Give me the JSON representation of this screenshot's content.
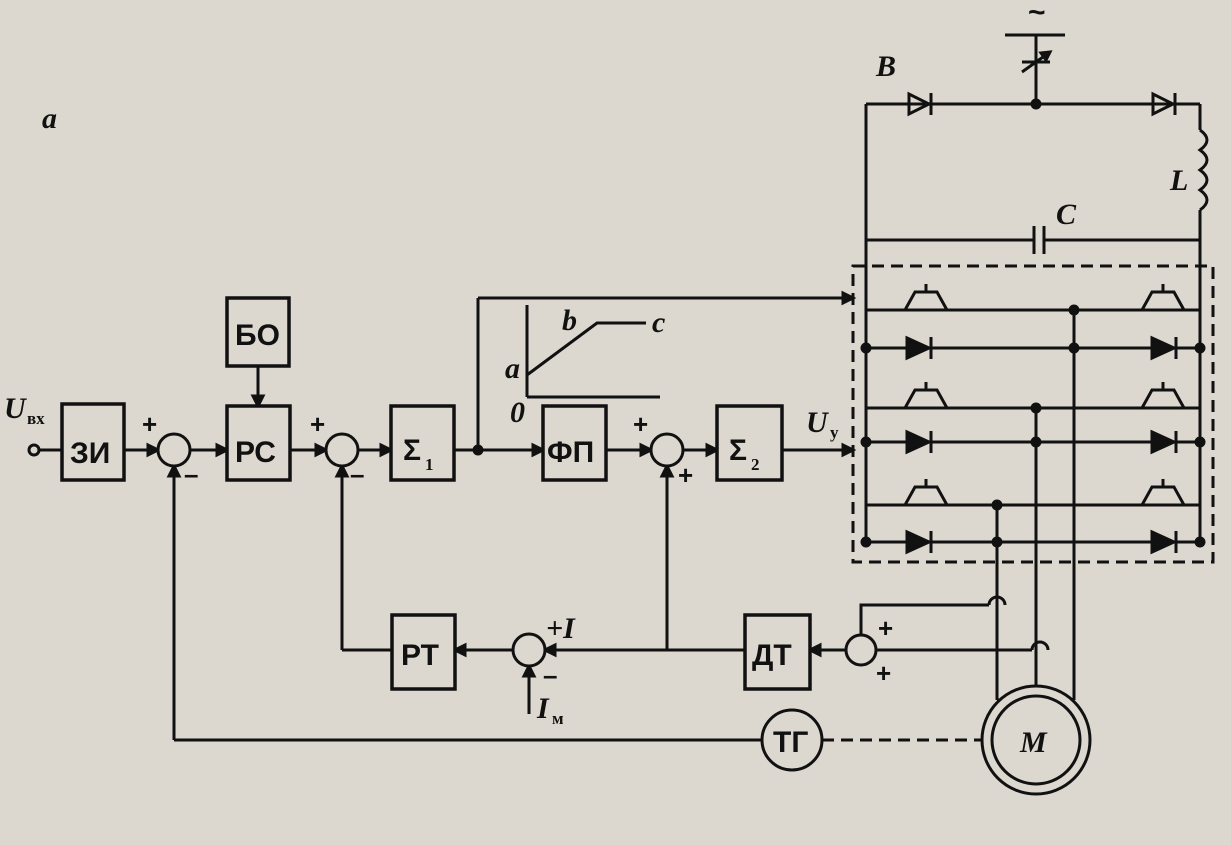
{
  "figure_label": "a",
  "blocks": {
    "zi": "ЗИ",
    "bo": "БО",
    "rs": "РС",
    "sigma1": "Σ",
    "sigma1_sub": "1",
    "fp": "ФП",
    "sigma2": "Σ",
    "sigma2_sub": "2",
    "rt": "РТ",
    "dt": "ДТ",
    "tg": "ТГ",
    "motor": "M"
  },
  "labels": {
    "u_in": "U",
    "u_in_sub": "вх",
    "u_y": "U",
    "u_y_sub": "у",
    "plus_i": "+I",
    "i_m": "I",
    "i_m_sub": "м",
    "inverter": "B",
    "inductor": "L",
    "capacitor": "C",
    "ac_source": "~",
    "graph_a": "a",
    "graph_b": "b",
    "graph_c": "c",
    "graph_zero": "0"
  },
  "signs": {
    "plus": "+",
    "minus": "–"
  }
}
